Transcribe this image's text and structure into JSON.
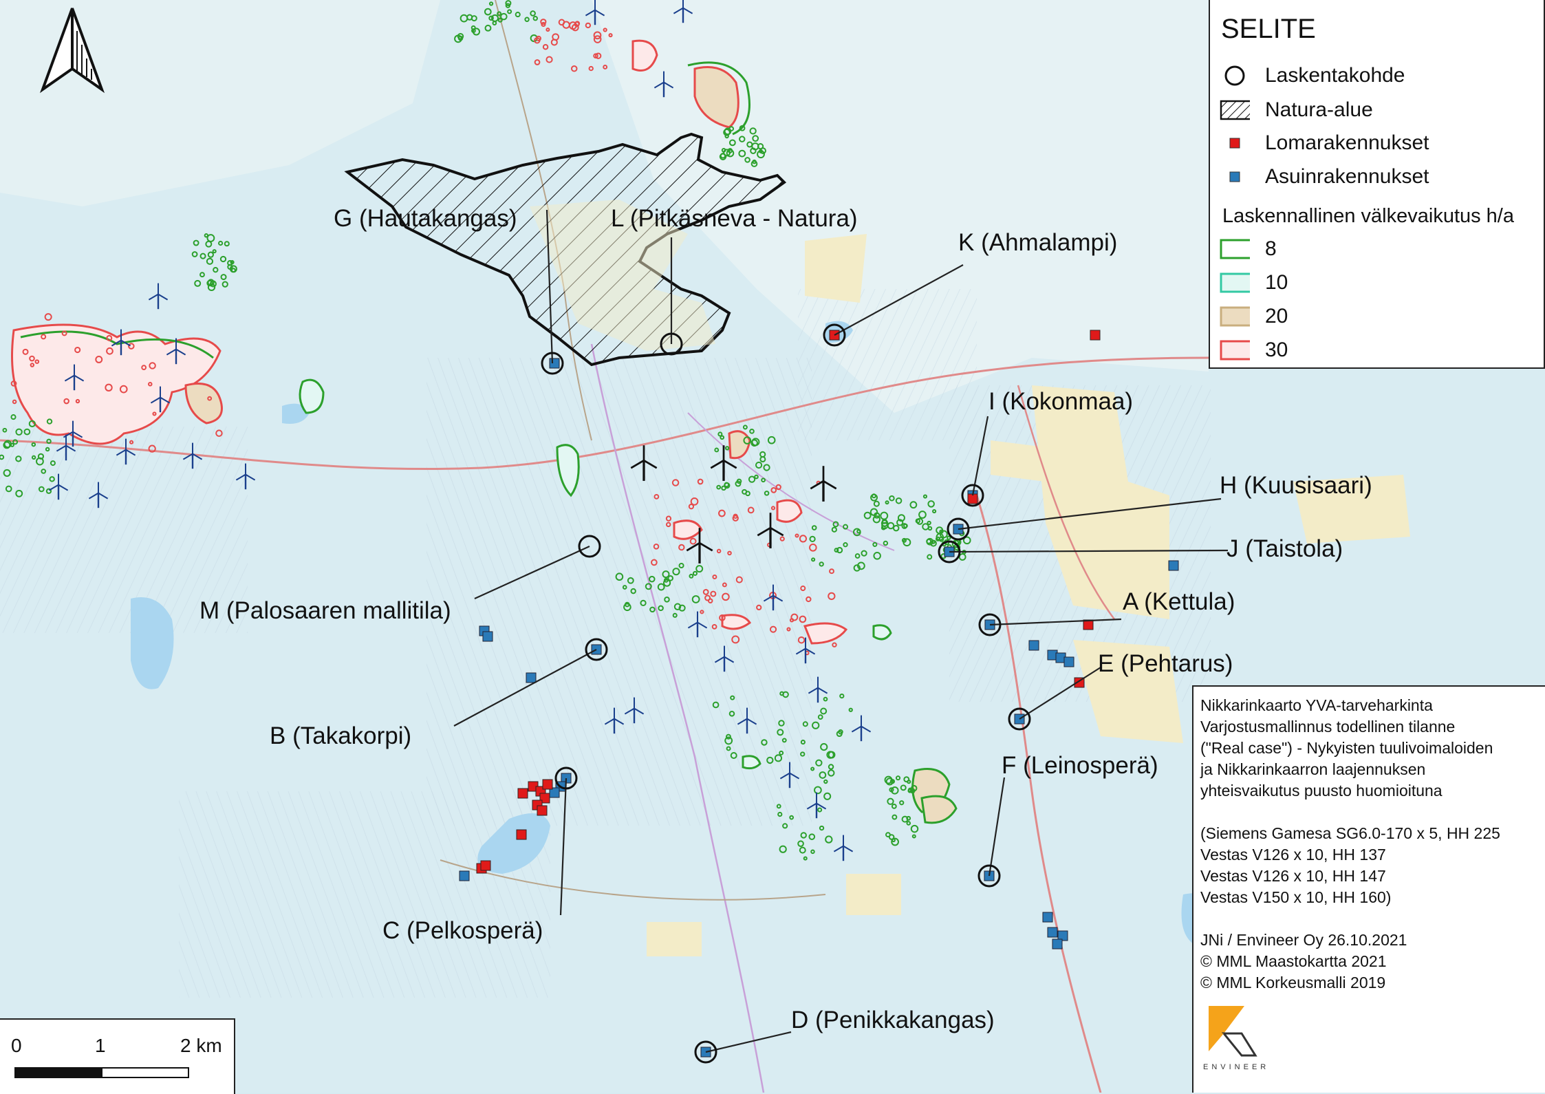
{
  "legend": {
    "title": "SELITE",
    "items": [
      {
        "label": "Laskentakohde",
        "symbol": "circle-icon"
      },
      {
        "label": "Natura-alue",
        "symbol": "hatched-area-icon"
      },
      {
        "label": "Lomarakennukset",
        "symbol": "red-square-icon",
        "color": "#e01a1a"
      },
      {
        "label": "Asuinrakennukset",
        "symbol": "blue-square-icon",
        "color": "#2a7ab8"
      }
    ],
    "flicker_title": "Laskennallinen välkevaikutus h/a",
    "flicker_classes": [
      {
        "label": "8",
        "stroke": "#2ca02c",
        "fill": "#ffffff"
      },
      {
        "label": "10",
        "stroke": "#33c9a3",
        "fill": "#e3f7f3"
      },
      {
        "label": "20",
        "stroke": "#c9ae7e",
        "fill": "#ecdcc0"
      },
      {
        "label": "30",
        "stroke": "#e64a4a",
        "fill": "#fde9e9"
      }
    ]
  },
  "sites": {
    "A": "A (Kettula)",
    "B": "B (Takakorpi)",
    "C": "C (Pelkosperä)",
    "D": "D (Penikkakangas)",
    "E": "E (Pehtarus)",
    "F": "F (Leinosperä)",
    "G": "G (Hautakangas)",
    "H": "H (Kuusisaari)",
    "I": "I (Kokonmaa)",
    "J": "J (Taistola)",
    "K": "K (Ahmalampi)",
    "L": "L (Pitkäsneva - Natura)",
    "M": "M (Palosaaren mallitila)"
  },
  "info": {
    "lines": [
      "Nikkarinkaarto YVA-tarveharkinta",
      "Varjostusmallinnus todellinen tilanne",
      "(\"Real case\") - Nykyisten tuulivoimaloiden",
      "ja Nikkarinkaarron laajennuksen",
      "yhteisvaikutus puusto huomioituna",
      "",
      "(Siemens Gamesa SG6.0-170 x 5, HH 225",
      "Vestas V126 x 10, HH 137",
      "Vestas V126 x 10, HH 147",
      "Vestas V150 x 10, HH 160)",
      "",
      "JNi / Envineer Oy 26.10.2021",
      "© MML Maastokartta 2021",
      "© MML Korkeusmalli 2019"
    ],
    "logo_text": "ENVINEER",
    "logo_color": "#f5a31a"
  },
  "scale": {
    "labels": [
      "0",
      "1",
      "2 km"
    ]
  },
  "north_arrow": "north-arrow-icon",
  "colors": {
    "map_background": "#d6ebf2",
    "field": "#f3ecc8",
    "turbine_existing": "#1a3f8c",
    "turbine_new": "#111111"
  }
}
